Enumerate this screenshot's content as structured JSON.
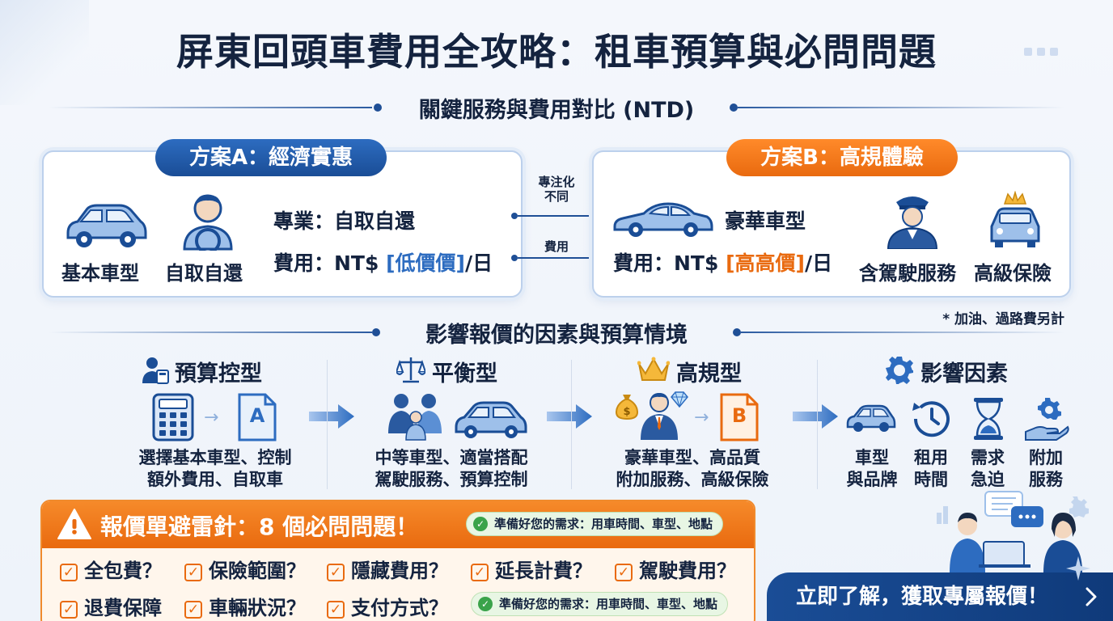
{
  "title": "屏東回頭車費用全攻略：租車預算與必問問題",
  "section1": "關鍵服務與費用對比 (NTD)",
  "plan_a": {
    "title": "方案A：經濟實惠",
    "icon1_label": "基本車型",
    "icon2_label": "自取自還",
    "line1": "專業：自取自還",
    "cost_prefix": "費用：NT$ ",
    "cost_value": "[低價價]",
    "cost_suffix": "/日"
  },
  "plan_b": {
    "title": "方案B：高規體驗",
    "car_label": "豪華車型",
    "cost_prefix": "費用：NT$ ",
    "cost_value": "[高高價]",
    "cost_suffix": "/日",
    "feature1": "含駕駛服務",
    "feature2": "高級保險"
  },
  "compare": {
    "label1_line1": "專注化",
    "label1_line2": "不同",
    "label2": "費用"
  },
  "footnote": "* 加油、過路費另計",
  "section2": "影響報價的因素與預算情境",
  "scenarios": [
    {
      "title": "預算控型",
      "desc1": "選擇基本車型、控制",
      "desc2": "額外費用、自取車",
      "doc_letter": "A"
    },
    {
      "title": "平衡型",
      "desc1": "中等車型、適當搭配",
      "desc2": "駕駛服務、預算控制"
    },
    {
      "title": "高規型",
      "desc1": "豪華車型、高品質",
      "desc2": "附加服務、高級保險",
      "doc_letter": "B"
    },
    {
      "title": "影響因素"
    }
  ],
  "factors": [
    {
      "line1": "車型",
      "line2": "與品牌"
    },
    {
      "line1": "租用",
      "line2": "時間"
    },
    {
      "line1": "需求",
      "line2": "急迫"
    },
    {
      "line1": "附加",
      "line2": "服務"
    }
  ],
  "warning": {
    "title": "報價單避雷針：8 個必問問題！",
    "tip": "準備好您的需求：用車時間、車型、地點",
    "questions": [
      "全包費？",
      "保險範圍？",
      "隱藏費用？",
      "延長計費？",
      "駕駛費用？",
      "退費保障",
      "車輛狀況？",
      "支付方式？"
    ]
  },
  "cta": "立即了解，獲取專屬報價！",
  "colors": {
    "navy": "#1a4d96",
    "orange": "#e96a0f",
    "green": "#3aa34a"
  }
}
